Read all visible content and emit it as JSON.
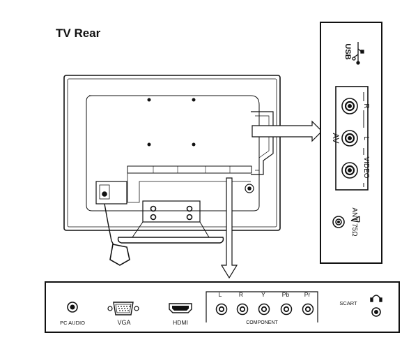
{
  "title": "TV Rear",
  "side_panel": {
    "usb_label": "USB",
    "av_group_label": "AV",
    "av_r_label": "R",
    "av_l_label": "L",
    "av_video_label": "VIDEO",
    "ant_label": "ANT 75Ω"
  },
  "bottom_panel": {
    "pc_audio_label": "PC AUDIO",
    "vga_label": "VGA",
    "hdmi_label": "HDMI",
    "component_label": "COMPONENT",
    "component_ports": [
      "L",
      "R",
      "Y",
      "Pb",
      "Pr"
    ],
    "scart_label": "SCART"
  },
  "icons": [
    "usb-icon",
    "antenna-icon",
    "headphone-icon"
  ]
}
